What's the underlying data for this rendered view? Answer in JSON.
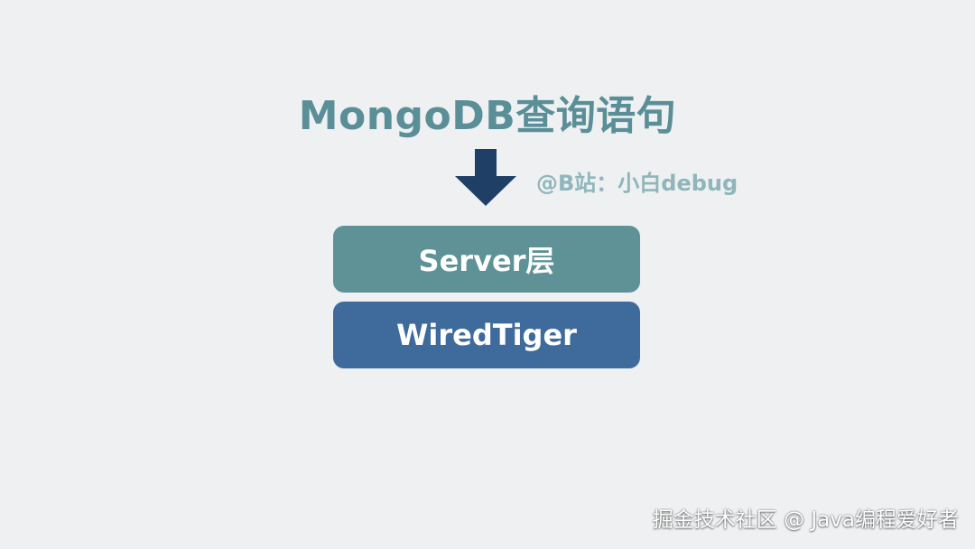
{
  "diagram": {
    "title": "MongoDB查询语句",
    "credit": "@B站：小白debug",
    "layers": [
      {
        "label": "Server层"
      },
      {
        "label": "WiredTiger"
      }
    ]
  },
  "watermark": "掘金技术社区 @ Java编程爱好者",
  "colors": {
    "title": "#5a8f98",
    "arrow": "#1f3f66",
    "credit": "#8eb6bb",
    "server_layer": "#5e9297",
    "engine_layer": "#3e6b9c",
    "background": "#eef0f2"
  },
  "icons": {
    "flow_arrow": "down-arrow-icon"
  }
}
